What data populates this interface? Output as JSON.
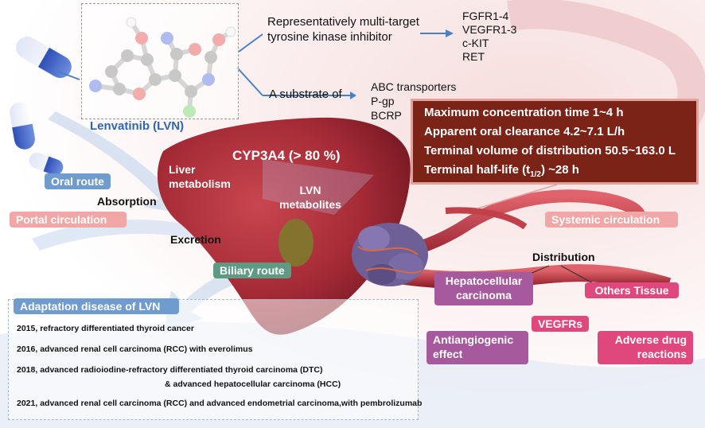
{
  "molecule": {
    "caption": "Lenvatinib (LVN)"
  },
  "inhibitor": {
    "title_line1": "Representatively multi-target",
    "title_line2": "tyrosine kinase inhibitor",
    "targets": [
      "FGFR1-4",
      "VEGFR1-3",
      "c-KIT",
      "RET"
    ]
  },
  "substrate": {
    "label": "A substrate of",
    "transporters": [
      "ABC transporters",
      "P-gp",
      "BCRP"
    ]
  },
  "pk": {
    "line1": "Maximum concentration time 1~4 h",
    "line2": "Apparent oral clearance 4.2~7.1 L/h",
    "line3": "Terminal volume of distribution 50.5~163.0 L",
    "line4_pre": "Terminal half-life (t",
    "line4_sub": "1/2",
    "line4_post": ") ~28 h"
  },
  "liver": {
    "cyp": "CYP3A4 (> 80 %)",
    "metab_line1": "Liver",
    "metab_line2": "metabolism",
    "metabolites_line1": "LVN",
    "metabolites_line2": "metabolites"
  },
  "routes": {
    "oral": "Oral route",
    "absorption": "Absorption",
    "portal": "Portal circulation",
    "excretion": "Excretion",
    "biliary": "Biliary route",
    "systemic": "Systemic circulation",
    "distribution": "Distribution"
  },
  "effects": {
    "hcc_line1": "Hepatocellular",
    "hcc_line2": "carcinoma",
    "others": "Others Tissue",
    "vegfrs": "VEGFRs",
    "anti_line1": "Antiangiogenic",
    "anti_line2": "effect",
    "adr_line1": "Adverse drug",
    "adr_line2": "reactions"
  },
  "adaptation": {
    "title": "Adaptation disease of LVN",
    "items": [
      "2015, refractory differentiated thyroid cancer",
      "2016, advanced renal cell carcinoma (RCC) with everolimus",
      "2018, advanced radioiodine-refractory differentiated thyroid carcinoma (DTC)",
      "& advanced hepatocellular carcinoma (HCC)",
      "2021, advanced renal cell carcinoma (RCC) and advanced endometrial carcinoma,with pembrolizumab"
    ]
  },
  "colors": {
    "blue_label": "#6f9bcf",
    "pink_label": "#f2a7a7",
    "green_label": "#5f9a83",
    "purple_label": "#a7599e",
    "magenta_label": "#e0487d",
    "pk_box": "#7a2316",
    "liver": "#a8313a",
    "vessel": "#b52e3a"
  }
}
